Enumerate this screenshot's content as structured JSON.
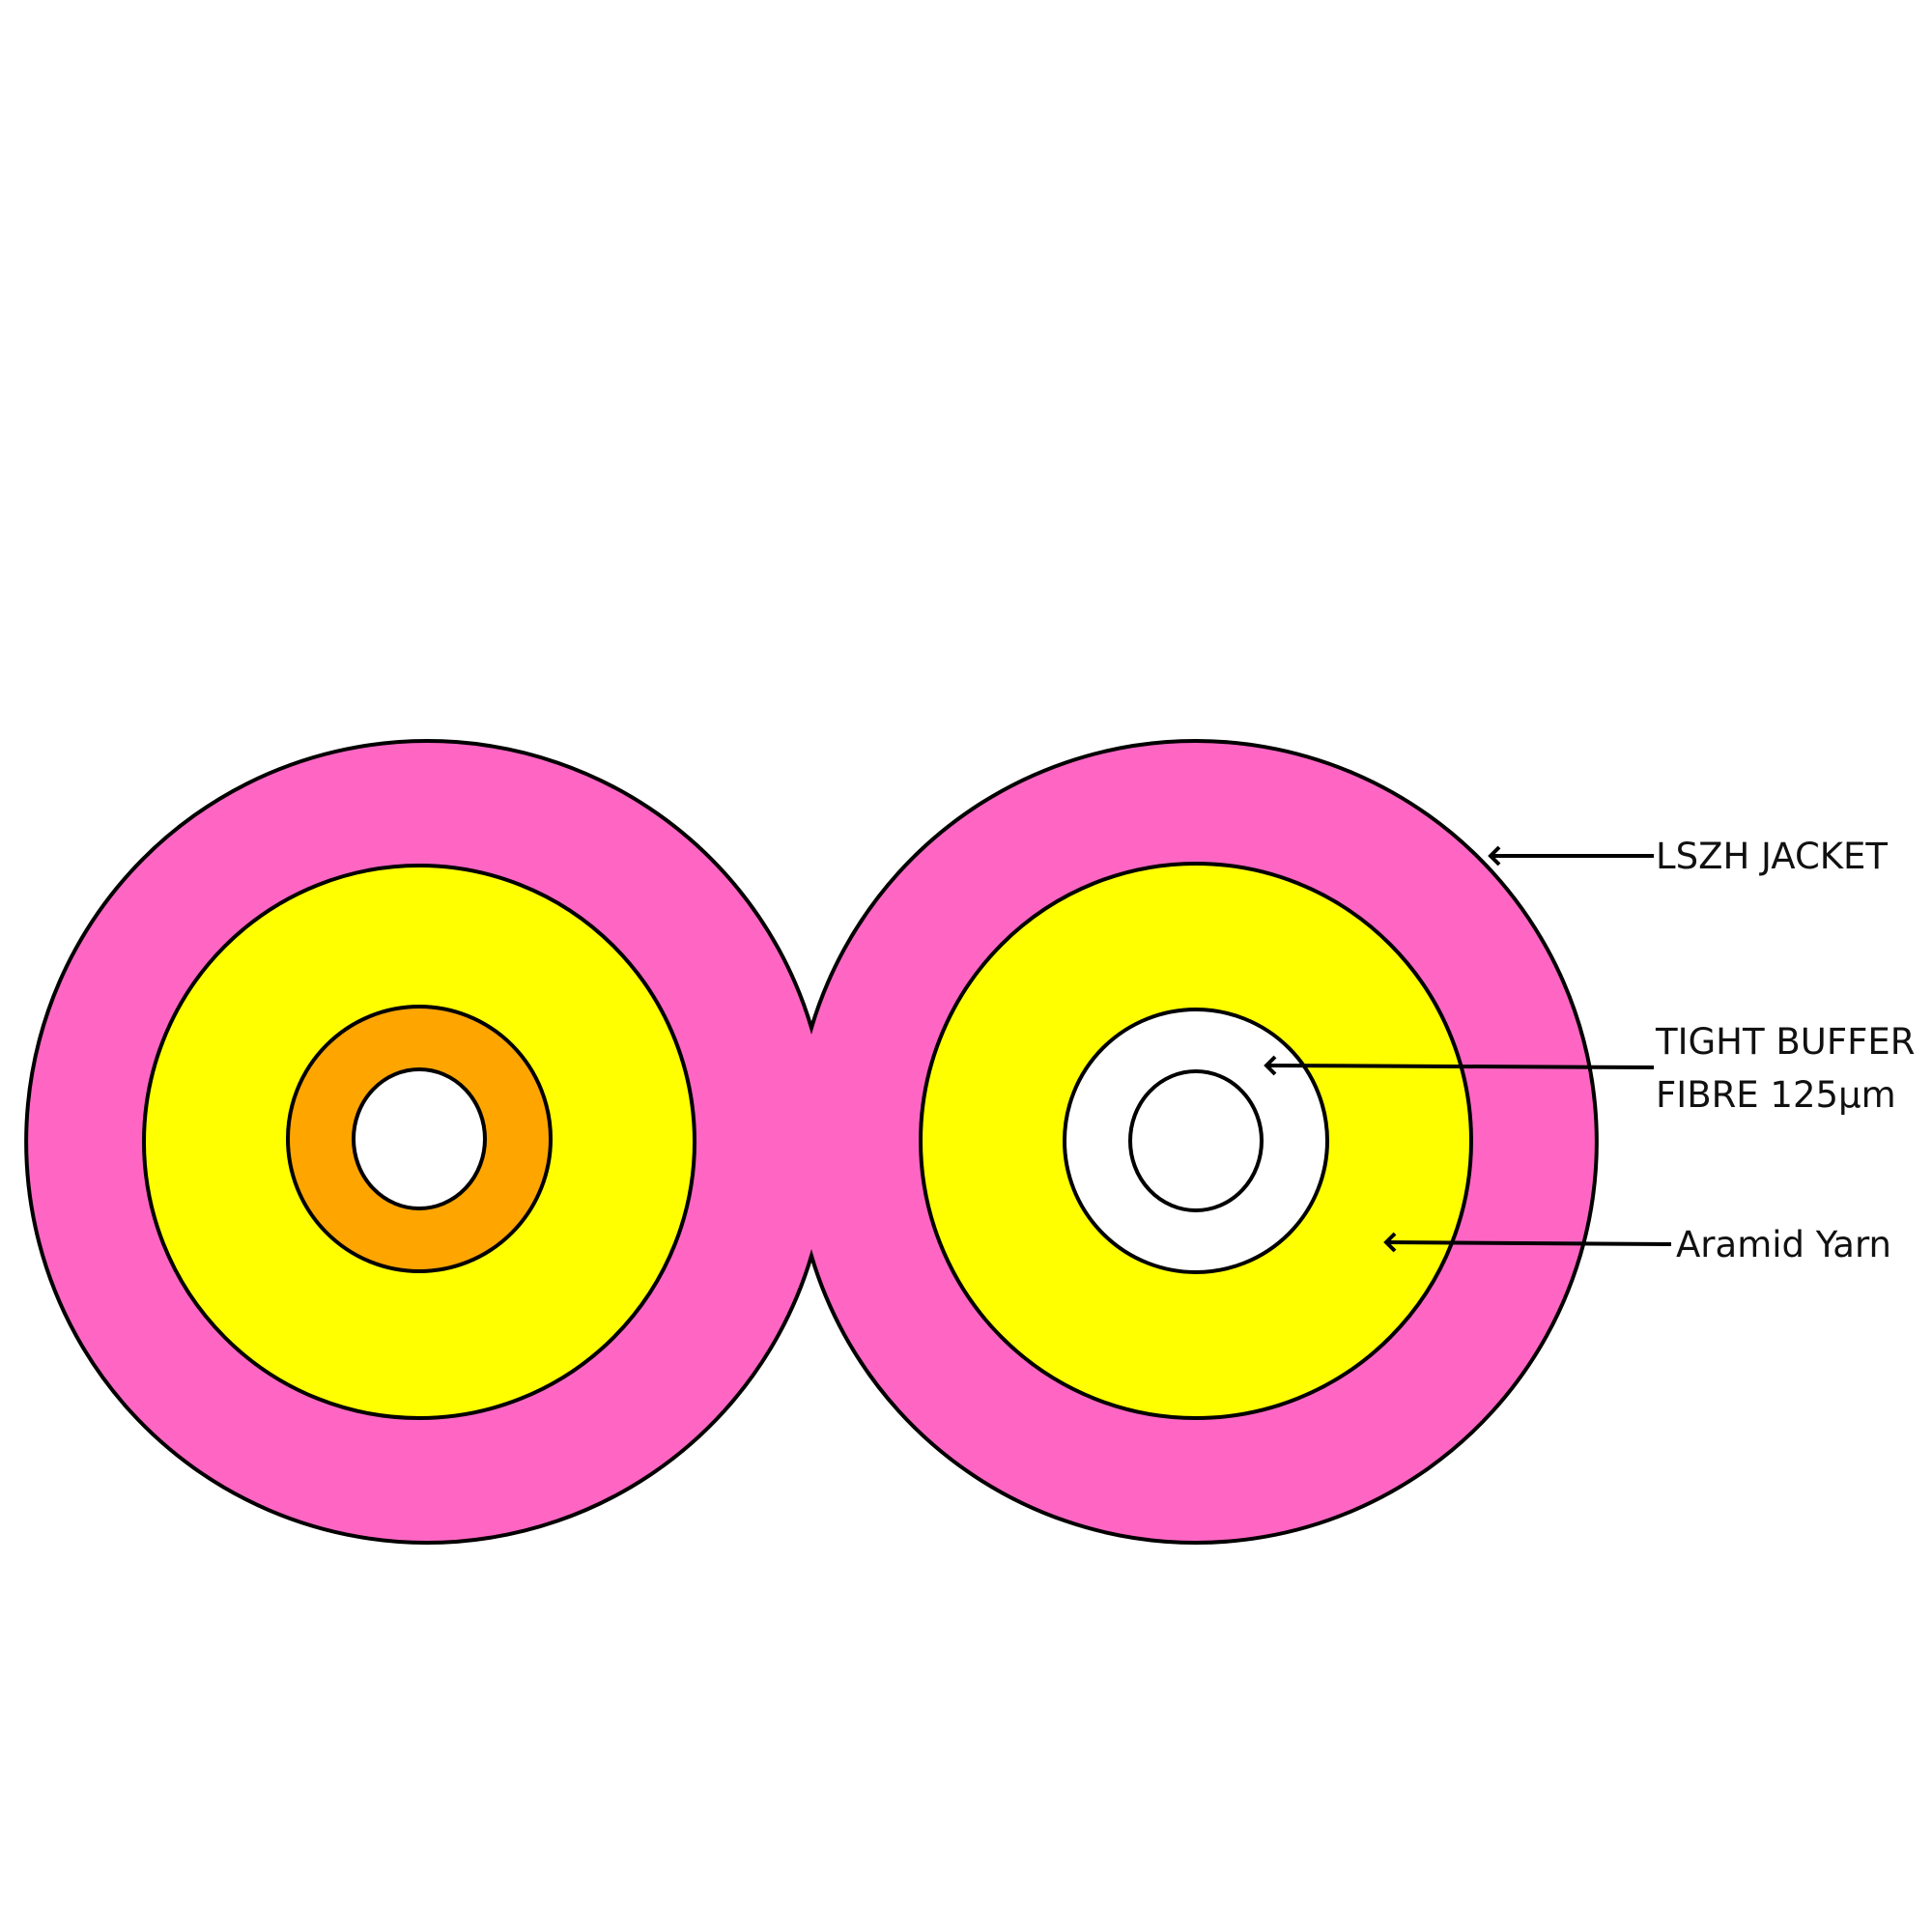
{
  "diagram": {
    "colors": {
      "jacket": "#ff66c4",
      "aramid_yarn": "#ffff00",
      "buffer_left": "#ffa500",
      "buffer_right": "#ffffff",
      "fibre": "#ffffff",
      "outline": "#000000"
    },
    "labels": {
      "jacket": "LSZH JACKET",
      "buffer_line1": "TIGHT BUFFER",
      "buffer_line2": "FIBRE 125µm",
      "yarn": "Aramid Yarn"
    }
  }
}
